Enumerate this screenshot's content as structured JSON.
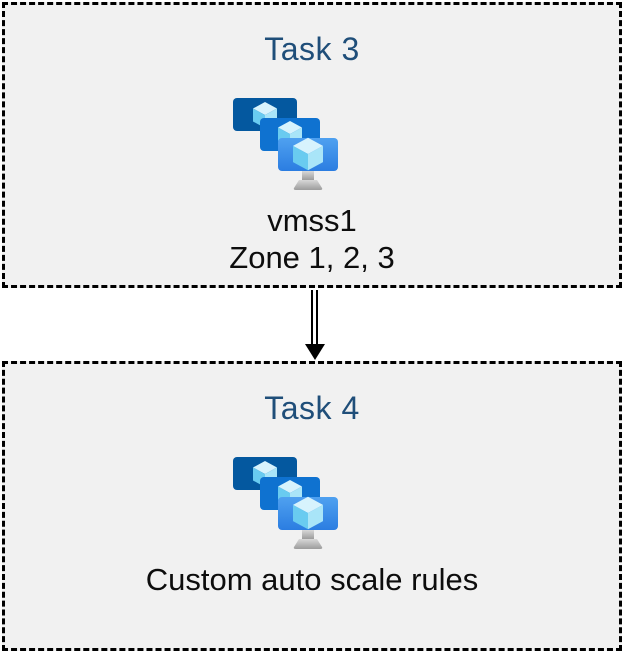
{
  "diagram": {
    "boxes": [
      {
        "title": "Task 3",
        "icon": "vm-scale-sets-icon",
        "lines": [
          "vmss1",
          "Zone 1, 2, 3"
        ]
      },
      {
        "title": "Task 4",
        "icon": "vm-scale-sets-icon",
        "lines": [
          "Custom auto scale rules"
        ]
      }
    ],
    "connector": {
      "type": "double-line-arrow",
      "direction": "down"
    },
    "colors": {
      "box_background": "#f1f1f1",
      "box_border": "#000000",
      "title_text": "#1f4e79",
      "body_text": "#0d0d0d",
      "arrow": "#000000",
      "monitor_back": "#04589f",
      "monitor_middle": "#0f72d0",
      "monitor_front_top": "#4fa1f0",
      "monitor_front_bottom": "#2b7de1",
      "cube_top": "#d7f3fd",
      "cube_left": "#69cbf0",
      "cube_right": "#a9e5f8",
      "stand_light": "#d8d8d8",
      "stand_dark": "#9c9c9c"
    }
  }
}
